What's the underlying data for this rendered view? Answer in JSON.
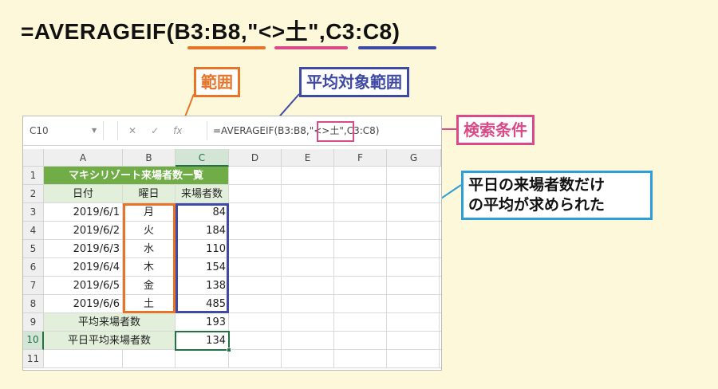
{
  "formula": {
    "prefix": "=AVERAGEIF(",
    "arg_range": "B3:B8",
    "comma1": ",",
    "arg_criteria": "\"<>土\"",
    "comma2": ",",
    "arg_avg": "C3:C8",
    "suffix": ")"
  },
  "callouts": {
    "range": "範囲",
    "avg_range": "平均対象範囲",
    "criteria": "検索条件",
    "result_note_line1": "平日の来場者数だけ",
    "result_note_line2": "の平均が求められた"
  },
  "colors": {
    "orange": "#e8742a",
    "pink": "#d94a86",
    "blue": "#3f4aa5",
    "cyan": "#2d9fd8",
    "green": "#70ad47"
  },
  "excel": {
    "name_box": "C10",
    "formula_bar": "=AVERAGEIF(B3:B8,\"<>土\",C3:C8)",
    "fx_icons": [
      "cancel-x",
      "check",
      "fx"
    ],
    "columns": [
      "A",
      "B",
      "C",
      "D",
      "E",
      "F",
      "G"
    ],
    "rows": [
      "1",
      "2",
      "3",
      "4",
      "5",
      "6",
      "7",
      "8",
      "9",
      "10",
      "11"
    ],
    "title": "マキシリゾート来場者数一覧",
    "headers": [
      "日付",
      "曜日",
      "来場者数"
    ],
    "data": [
      {
        "date": "2019/6/1",
        "day": "月",
        "count": "84"
      },
      {
        "date": "2019/6/2",
        "day": "火",
        "count": "184"
      },
      {
        "date": "2019/6/3",
        "day": "水",
        "count": "110"
      },
      {
        "date": "2019/6/4",
        "day": "木",
        "count": "154"
      },
      {
        "date": "2019/6/5",
        "day": "金",
        "count": "138"
      },
      {
        "date": "2019/6/6",
        "day": "土",
        "count": "485"
      }
    ],
    "avg_label": "平均来場者数",
    "avg_value": "193",
    "weekday_avg_label": "平日平均来場者数",
    "weekday_avg_value": "134"
  }
}
